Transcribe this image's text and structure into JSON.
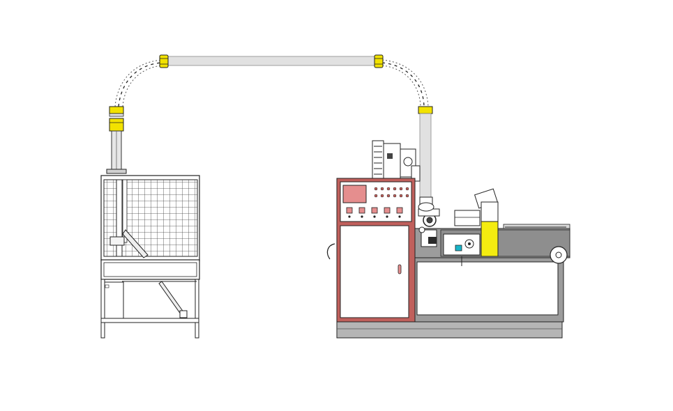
{
  "colors": {
    "background": "#ffffff",
    "outline": "#2a2a2a",
    "pipe_fill": "#e1e1e1",
    "coupling_yellow": "#f2e200",
    "frame_red": "#c0605c",
    "screen_pink": "#e58e8e",
    "panel_white": "#ffffff",
    "machine_gray": "#9c9c9c",
    "base_gray": "#b5b5b5",
    "accent_cyan": "#18b4c8",
    "block_yellow": "#f4ec10"
  },
  "components": {
    "conveyor_pipe": "overhead-transfer-pipe",
    "left_unit": "cup-collector-cabinet",
    "right_unit": "paper-cup-forming-machine"
  },
  "control_panel": {
    "indicator_lights_top_row": 6,
    "indicator_lights_second_row": 6,
    "buttons": 5
  }
}
